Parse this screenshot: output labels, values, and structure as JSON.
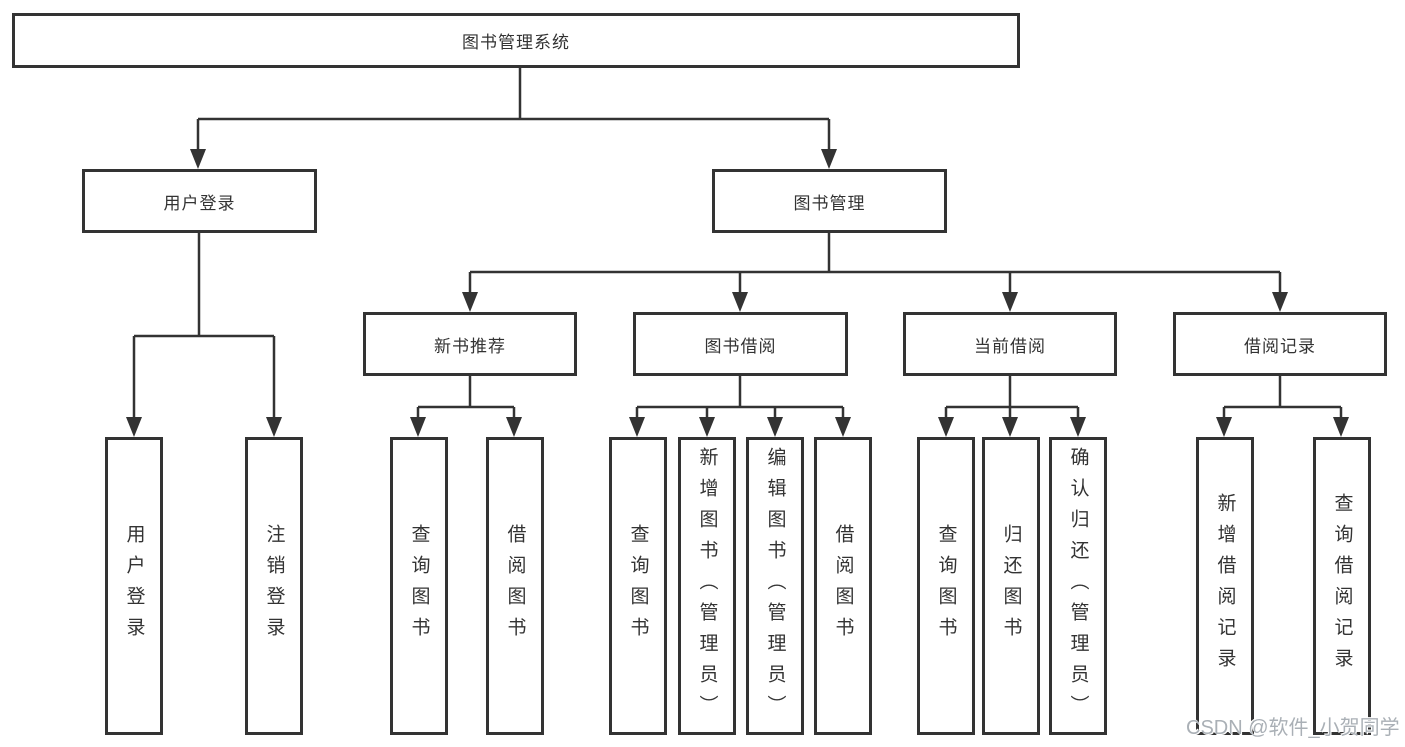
{
  "title": "图书管理系统",
  "nodes": {
    "root": {
      "label": "图书管理系统"
    },
    "user_login": {
      "label": "用户登录"
    },
    "book_mgmt": {
      "label": "图书管理"
    },
    "new_book_rec": {
      "label": "新书推荐"
    },
    "book_borrow": {
      "label": "图书借阅"
    },
    "current_borrow": {
      "label": "当前借阅"
    },
    "borrow_records": {
      "label": "借阅记录"
    }
  },
  "leaves": [
    {
      "label": "用户登录",
      "parent": "用户登录"
    },
    {
      "label": "注销登录",
      "parent": "用户登录"
    },
    {
      "label": "查询图书",
      "parent": "新书推荐"
    },
    {
      "label": "借阅图书",
      "parent": "新书推荐"
    },
    {
      "label": "查询图书",
      "parent": "图书借阅"
    },
    {
      "label": "新增图书（管理员）",
      "parent": "图书借阅"
    },
    {
      "label": "编辑图书（管理员）",
      "parent": "图书借阅"
    },
    {
      "label": "借阅图书",
      "parent": "图书借阅"
    },
    {
      "label": "查询图书",
      "parent": "当前借阅"
    },
    {
      "label": "归还图书",
      "parent": "当前借阅"
    },
    {
      "label": "确认归还（管理员）",
      "parent": "当前借阅"
    },
    {
      "label": "新增借阅记录",
      "parent": "借阅记录"
    },
    {
      "label": "查询借阅记录",
      "parent": "借阅记录"
    }
  ],
  "watermark": "CSDN @软件_小贺同学",
  "colors": {
    "line": "#333333",
    "text": "#333333",
    "background": "#ffffff",
    "watermark": "#aab0b6"
  }
}
